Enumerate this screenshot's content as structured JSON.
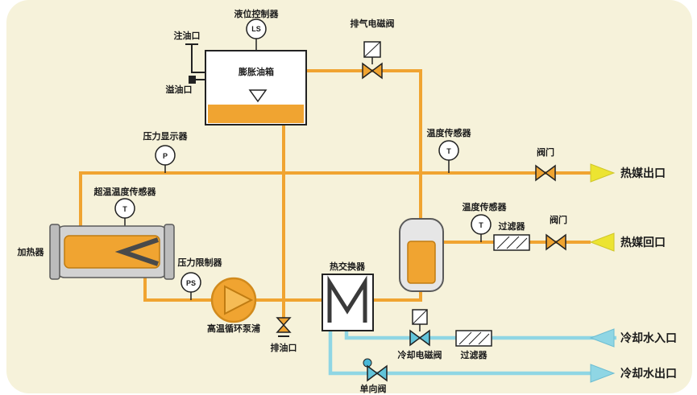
{
  "diagram": {
    "type": "thermal-oil-heater-piping-schematic",
    "colors": {
      "background": "#f6f2da",
      "hot_oil_pipe": "#f0a431",
      "cooling_water_pipe": "#8fd6e4",
      "hot_arrow": "#ece431",
      "cold_arrow": "#8fd6e4"
    }
  },
  "labels": {
    "level_controller": "液位控制器",
    "oil_fill_port": "注油口",
    "expansion_tank": "膨胀油箱",
    "oil_overflow_port": "溢油口",
    "exhaust_solenoid_valve": "排气电磁阀",
    "pressure_display": "压力显示器",
    "temperature_sensor_top": "温度传感器",
    "valve_top": "阀门",
    "hot_medium_outlet": "热媒出口",
    "overtemp_sensor": "超温温度传感器",
    "heater": "加热器",
    "pressure_limiter": "压力限制器",
    "ht_circulation_pump": "高温循环泵浦",
    "oil_drain_port": "排油口",
    "heat_exchanger": "热交换器",
    "temperature_sensor_right": "温度传感器",
    "filter_hot": "过滤器",
    "valve_return": "阀门",
    "hot_medium_return": "热媒回口",
    "cooling_solenoid_valve": "冷却电磁阀",
    "filter_cold": "过滤器",
    "cooling_water_inlet": "冷却水入口",
    "check_valve": "单向阀",
    "cooling_water_outlet": "冷却水出口"
  },
  "instruments": {
    "level_switch": "LS",
    "pressure": "P",
    "temp_top": "T",
    "overtemp": "T",
    "pressure_switch": "PS",
    "temp_right": "T"
  }
}
